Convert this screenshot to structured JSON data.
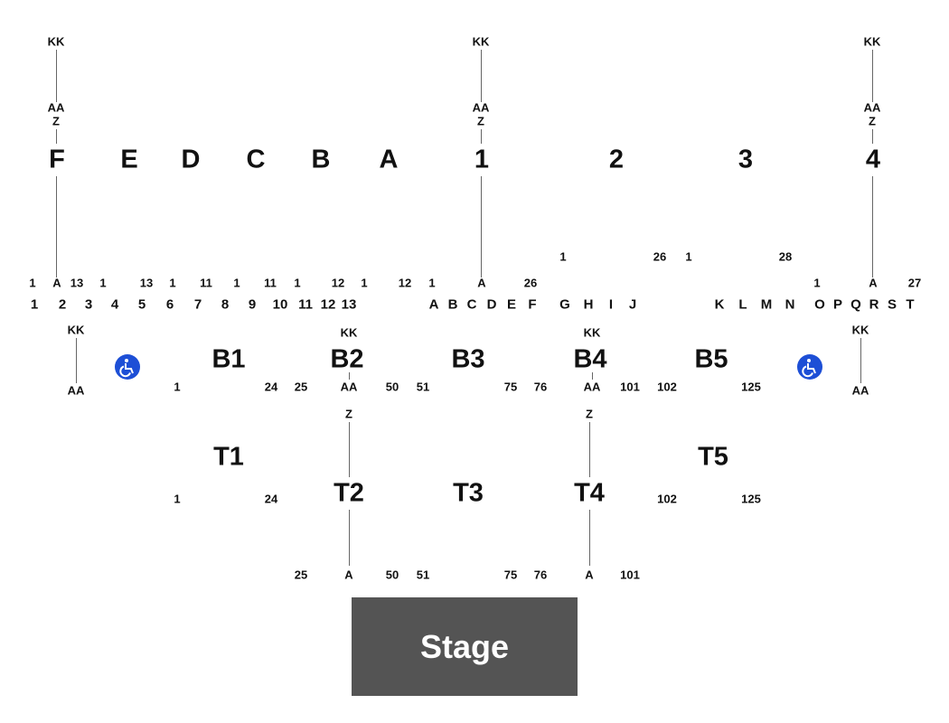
{
  "upper_sections": [
    {
      "label": "F",
      "top": "KK",
      "mid_top": "AA",
      "mid_bottom": "Z"
    },
    {
      "label": "E"
    },
    {
      "label": "D"
    },
    {
      "label": "C"
    },
    {
      "label": "B"
    },
    {
      "label": "A"
    },
    {
      "label": "1",
      "top": "KK",
      "mid_top": "AA",
      "mid_bottom": "Z"
    },
    {
      "label": "2"
    },
    {
      "label": "3"
    },
    {
      "label": "4",
      "top": "KK",
      "mid_top": "AA",
      "mid_bottom": "Z"
    }
  ],
  "seat_numbers_left": [
    "1",
    "A",
    "13",
    "1",
    "13",
    "1",
    "11",
    "1",
    "11",
    "1",
    "12",
    "1",
    "12"
  ],
  "seat_numbers_mid": [
    "1",
    "A",
    "26"
  ],
  "seat_numbers_right_top": [
    "1",
    "26",
    "1",
    "28"
  ],
  "seat_numbers_right": [
    "1",
    "A",
    "27"
  ],
  "numeric_rows": [
    "1",
    "2",
    "3",
    "4",
    "5",
    "6",
    "7",
    "8",
    "9",
    "10",
    "11",
    "12",
    "13"
  ],
  "letter_rows_mid": [
    "A",
    "B",
    "C",
    "D",
    "E",
    "F"
  ],
  "letter_rows_mid2": [
    "G",
    "H",
    "I",
    "J"
  ],
  "letter_rows_right": [
    "K",
    "L",
    "M",
    "N"
  ],
  "letter_rows_right2": [
    "O",
    "P",
    "Q",
    "R",
    "S",
    "T"
  ],
  "side_left": {
    "top": "KK",
    "bottom": "AA"
  },
  "side_right": {
    "top": "KK",
    "bottom": "AA"
  },
  "b_sections": [
    {
      "label": "B1",
      "seat_start": "1",
      "seat_end": "24"
    },
    {
      "label": "B2",
      "top": "KK",
      "seat_start": "25",
      "row": "AA",
      "seat_end": "50"
    },
    {
      "label": "B3",
      "seat_start": "51",
      "seat_end": "75"
    },
    {
      "label": "B4",
      "top": "KK",
      "seat_start": "76",
      "row": "AA",
      "seat_end": "101"
    },
    {
      "label": "B5",
      "seat_start": "102",
      "seat_end": "125"
    }
  ],
  "t_sections": [
    {
      "label": "T1",
      "seat_start": "1",
      "seat_end": "24"
    },
    {
      "label": "T2",
      "top": "Z",
      "seat_start": "25",
      "row": "A",
      "seat_end": "50"
    },
    {
      "label": "T3",
      "seat_start": "51",
      "seat_end": "75"
    },
    {
      "label": "T4",
      "top": "Z",
      "seat_start": "76",
      "row": "A",
      "seat_end": "101"
    },
    {
      "label": "T5",
      "seat_start": "102",
      "seat_end": "125"
    }
  ],
  "stage_label": "Stage",
  "colors": {
    "accessible": "#1d4fd6",
    "stage": "#545454",
    "text": "#111111",
    "line": "#666666"
  },
  "icons": [
    "wheelchair-icon",
    "wheelchair-icon"
  ]
}
